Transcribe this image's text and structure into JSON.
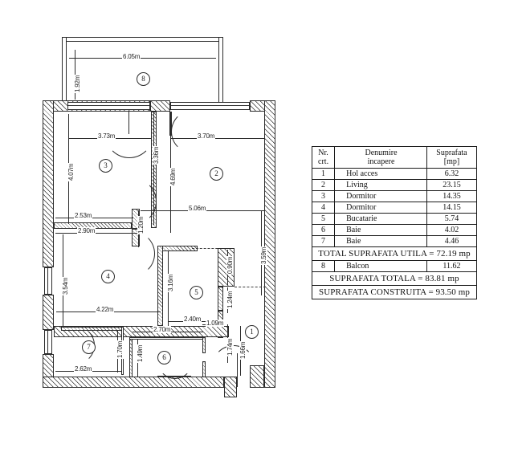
{
  "document": {
    "type": "architectural-floor-plan",
    "language": "ro"
  },
  "table": {
    "headers": {
      "nr": "Nr.\ncrt.",
      "nr_line1": "Nr.",
      "nr_line2": "crt.",
      "name_line1": "Denumire",
      "name_line2": "incapere",
      "area_line1": "Suprafata",
      "area_line2": "[mp]"
    },
    "rows": [
      {
        "nr": "1",
        "name": "Hol acces",
        "area": "6.32"
      },
      {
        "nr": "2",
        "name": "Living",
        "area": "23.15"
      },
      {
        "nr": "3",
        "name": "Dormitor",
        "area": "14.35"
      },
      {
        "nr": "4",
        "name": "Dormitor",
        "area": "14.15"
      },
      {
        "nr": "5",
        "name": "Bucatarie",
        "area": "5.74"
      },
      {
        "nr": "6",
        "name": "Baie",
        "area": "4.02"
      },
      {
        "nr": "7",
        "name": "Baie",
        "area": "4.46"
      }
    ],
    "total_utila": "TOTAL SUPRAFATA UTILA = 72.19 mp",
    "balcony_row": {
      "nr": "8",
      "name": "Balcon",
      "area": "11.62"
    },
    "total_totala": "SUPRAFATA TOTALA = 83.81 mp",
    "total_construita": "SUPRAFATA CONSTRUITA = 93.50 mp"
  },
  "plan": {
    "room_numbers": [
      "1",
      "2",
      "3",
      "4",
      "5",
      "6",
      "7",
      "8"
    ],
    "dimensions": {
      "balcony_width": "6.05m",
      "balcony_depth": "1.92m",
      "room3_width": "3.73m",
      "room3_height": "4.07m",
      "room2_width": "3.70m",
      "room2_right_height": "3.59m",
      "room2_inner_width": "5.06m",
      "corridor_wall_height": "3.36m",
      "living_left_height": "4.69m",
      "hall_upper_width": "2.53m",
      "hall_lower_width": "2.90m",
      "hall_small_height": "1.20m",
      "room4_height": "3.54m",
      "room4_width": "4.22m",
      "room5_height": "3.16m",
      "room5_width": "2.40m",
      "niche_height": "0.90m",
      "segment_124": "1.24m",
      "segment_109": "1.09m",
      "segment_174": "1.74m",
      "hall1_height": "1.66m",
      "room7_width": "2.62m",
      "room7_height": "1.70m",
      "room6_width": "2.70m",
      "room6_height": "1.49m"
    }
  }
}
